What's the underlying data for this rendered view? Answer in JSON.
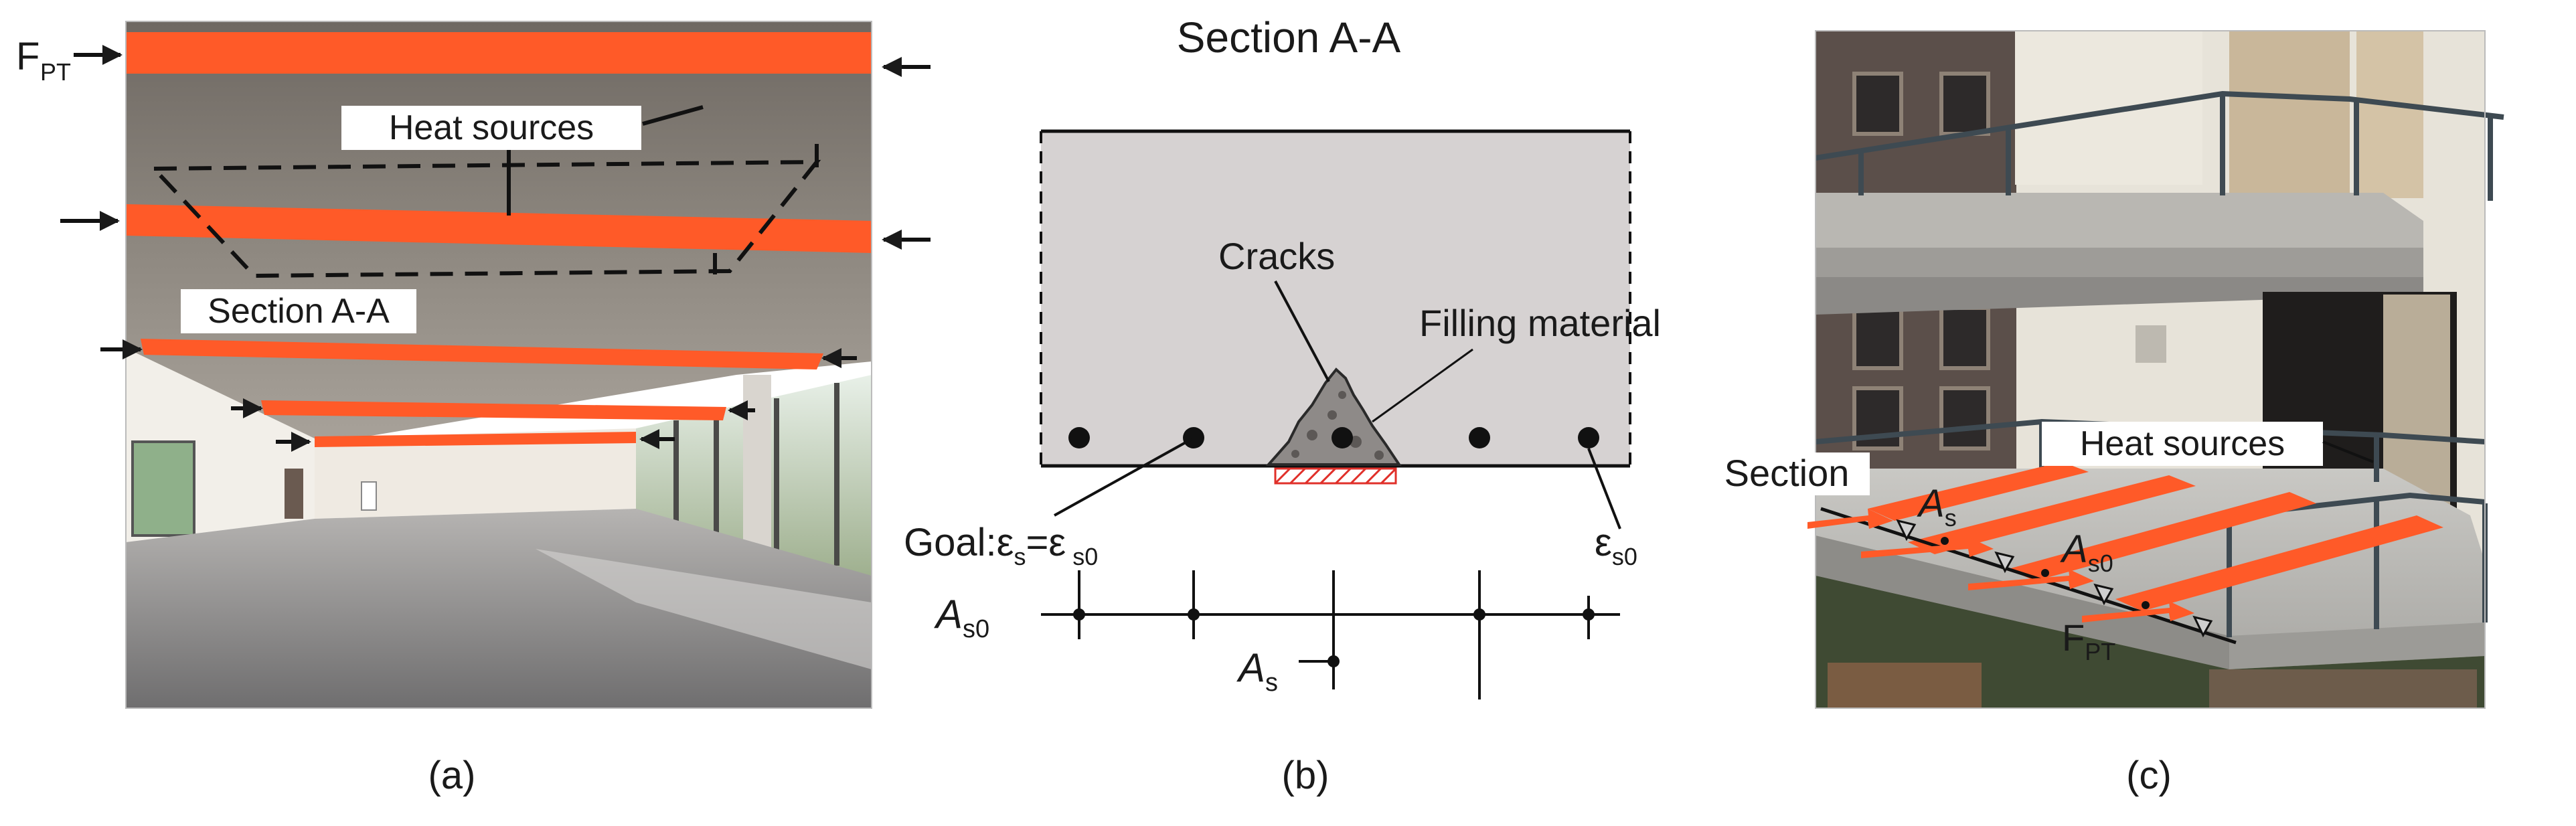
{
  "panel_a": {
    "label": "(a)",
    "force_symbol": "F",
    "force_subscript": "PT",
    "heat_sources_label": "Heat sources",
    "section_label": "Section A-A"
  },
  "panel_b": {
    "label": "(b)",
    "title": "Section A-A",
    "cracks_label": "Cracks",
    "filling_label": "Filling material",
    "goal_prefix": "Goal:ε",
    "goal_sub1": "s",
    "goal_mid": "=ε",
    "goal_sub2": " s0",
    "eps_symbol": "ε",
    "eps_sub": "s0",
    "as0_symbol": "A",
    "as0_sub": "s0",
    "as_symbol": "A",
    "as_sub": "s"
  },
  "panel_c": {
    "label": "(c)",
    "section_label": "Section",
    "heat_sources_label": "Heat sources",
    "as_symbol": "A",
    "as_sub": "s",
    "as0_symbol": "A",
    "as0_sub": "s0",
    "force_symbol": "F",
    "force_subscript": "PT"
  },
  "colors": {
    "heat_band": "#ff5a28",
    "concrete_section": "#d6d2d2",
    "hatch": "#e0302a"
  }
}
